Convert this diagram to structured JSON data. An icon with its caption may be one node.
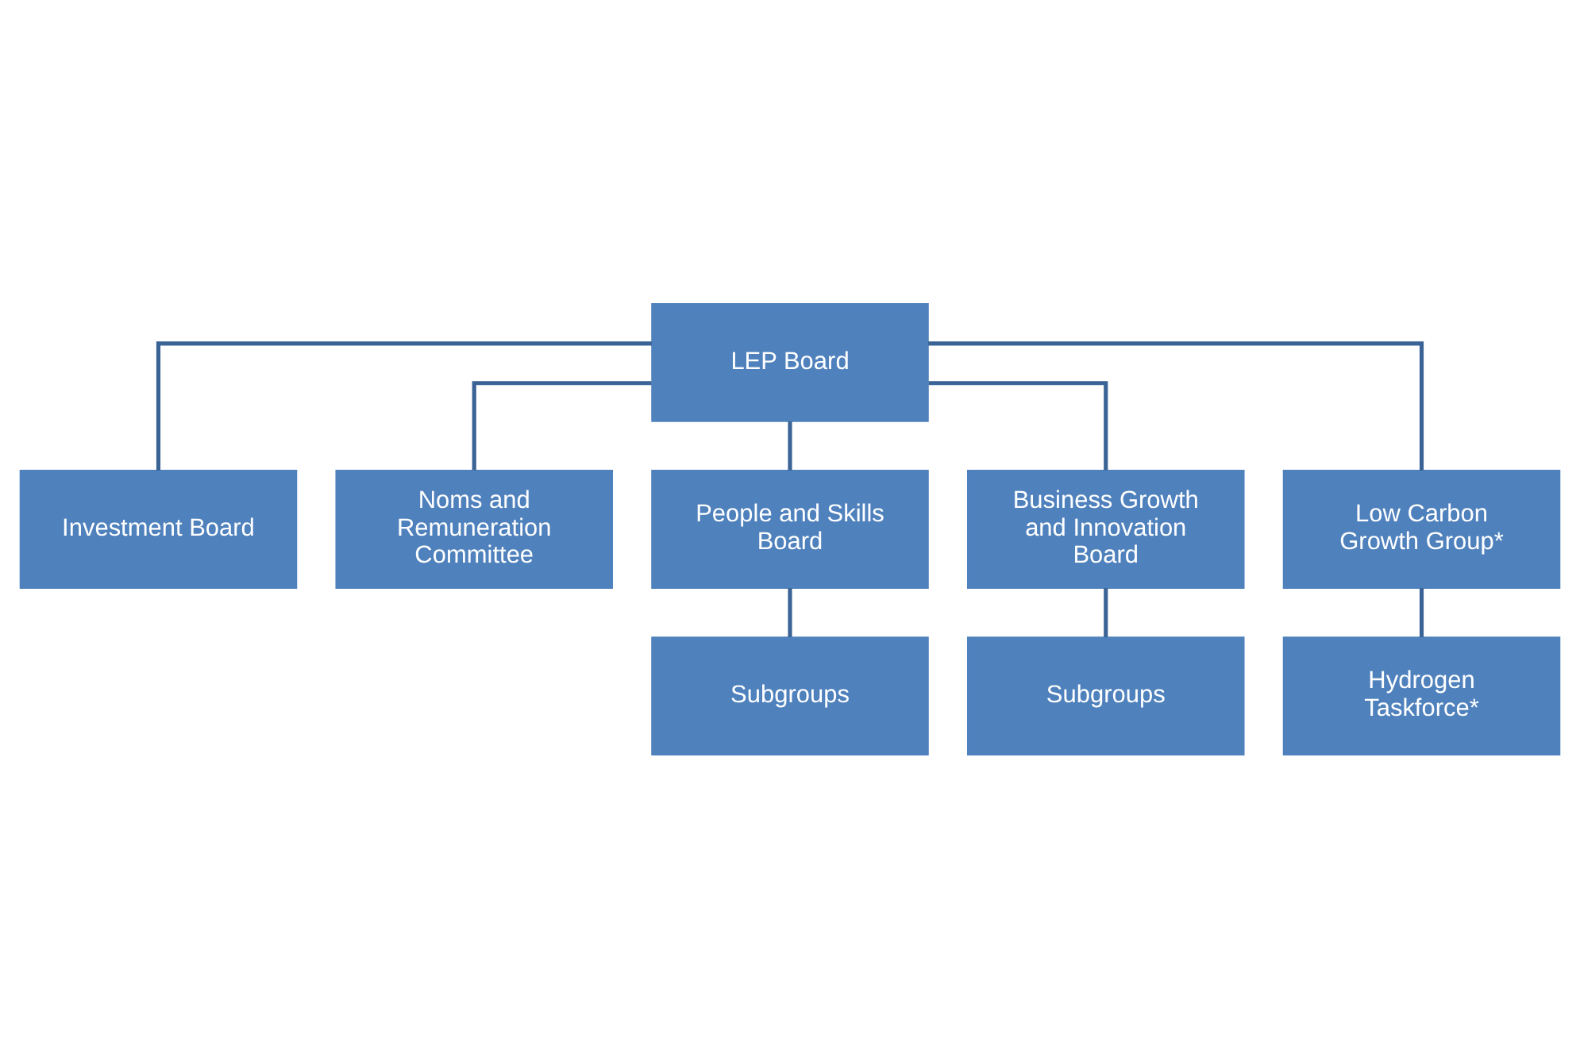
{
  "diagram": {
    "nodes": [
      {
        "text": [
          "LEP Board"
        ]
      },
      {
        "text": [
          "Investment Board"
        ]
      },
      {
        "text": [
          "Noms and Remuneration Committee"
        ]
      },
      {
        "text": [
          "People and Skills Board"
        ]
      },
      {
        "text": [
          "Business Growth and Innovation Board"
        ]
      },
      {
        "text": [
          "Low Carbon Growth Group*"
        ]
      },
      {
        "text": [
          "Subgroups"
        ]
      },
      {
        "text": [
          "Subgroups"
        ]
      },
      {
        "text": [
          "Hydrogen Taskforce*"
        ]
      }
    ],
    "edges": [
      {
        "from": 0,
        "to": 1,
        "arrow": "none"
      },
      {
        "from": 0,
        "to": 2,
        "arrow": "none"
      },
      {
        "from": 0,
        "to": 3,
        "arrow": "none"
      },
      {
        "from": 0,
        "to": 4,
        "arrow": "none"
      },
      {
        "from": 0,
        "to": 5,
        "arrow": "none"
      },
      {
        "from": 3,
        "to": 6,
        "arrow": "none"
      },
      {
        "from": 4,
        "to": 7,
        "arrow": "none"
      },
      {
        "from": 5,
        "to": 8,
        "arrow": "none"
      }
    ]
  }
}
